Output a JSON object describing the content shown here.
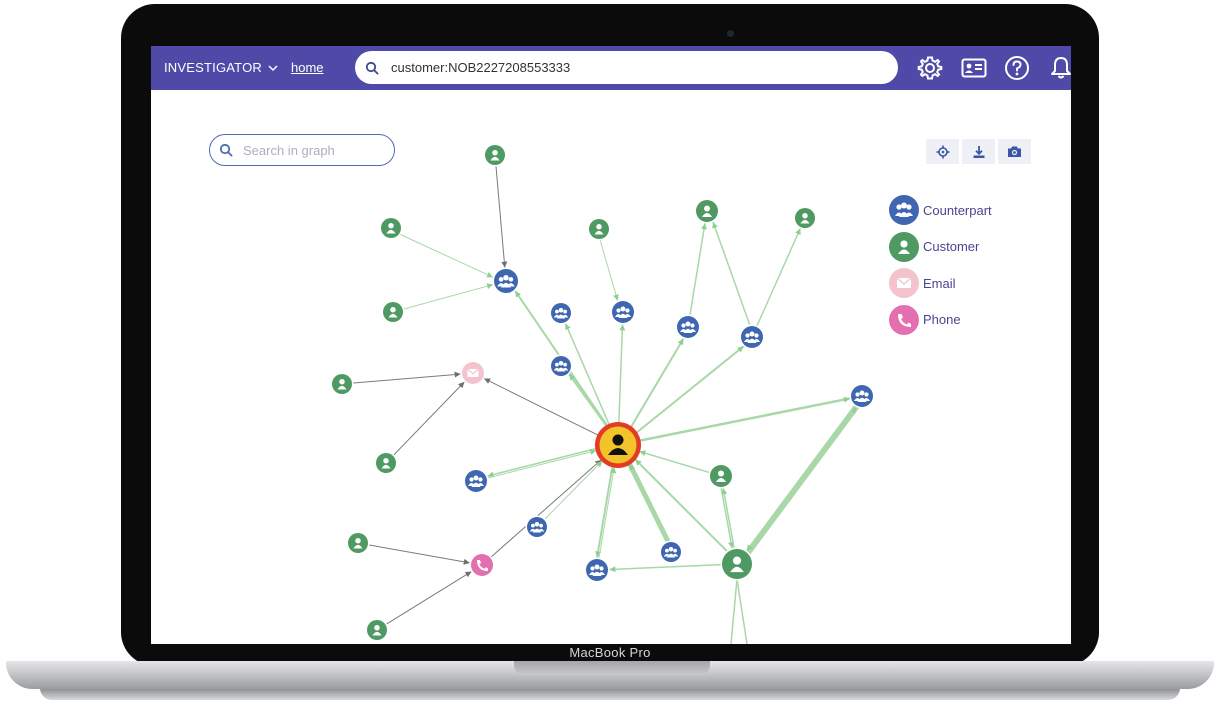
{
  "device": {
    "model_label": "MacBook Pro"
  },
  "navbar": {
    "brand_label": "INVESTIGATOR",
    "home_link": "home",
    "search_value": "customer:NOB2227208553333",
    "icons": [
      "gear-icon",
      "id-card-icon",
      "help-icon",
      "bell-icon"
    ]
  },
  "graph": {
    "search_placeholder": "Search in graph",
    "tools": [
      "center-icon",
      "download-icon",
      "camera-icon"
    ],
    "legend": [
      {
        "label": "Counterpart",
        "icon": "counterpart-icon",
        "color": "#3f67b1"
      },
      {
        "label": "Customer",
        "icon": "customer-icon",
        "color": "#4e9a62"
      },
      {
        "label": "Email",
        "icon": "email-icon",
        "color": "#f3c4cd"
      },
      {
        "label": "Phone",
        "icon": "phone-icon",
        "color": "#e46fb0"
      }
    ],
    "colors": {
      "edge_green": "#a8d8a8",
      "edge_gray": "#7a7a7a",
      "focus_ring": "#e53a28",
      "focus_fill": "#f2c429"
    }
  }
}
